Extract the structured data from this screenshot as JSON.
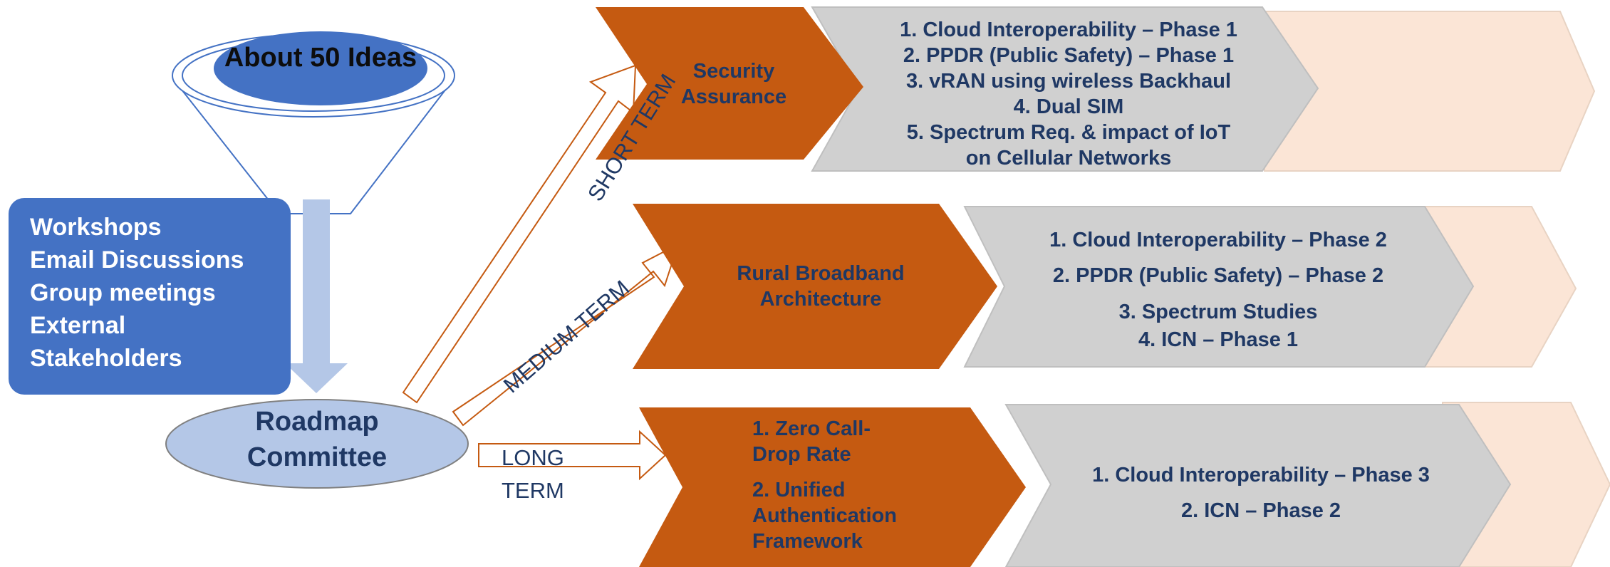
{
  "funnel": {
    "label": "About 50 Ideas"
  },
  "sources": [
    "Workshops",
    "Email Discussions",
    "Group meetings",
    "External",
    "Stakeholders"
  ],
  "committee": {
    "label": "Roadmap Committee"
  },
  "terms": {
    "short": "SHORT TERM",
    "medium": "MEDIUM TERM",
    "long": "LONG TERM"
  },
  "stages": {
    "short": {
      "title": "Security Assurance",
      "items": [
        "1. Cloud Interoperability – Phase 1",
        "2. PPDR (Public Safety) – Phase 1",
        "3. vRAN using wireless Backhaul",
        "4. Dual SIM",
        "5. Spectrum Req. & impact of IoT",
        "on Cellular Networks"
      ]
    },
    "medium": {
      "title": "Rural Broadband Architecture",
      "items": [
        "1. Cloud Interoperability – Phase 2",
        "2. PPDR (Public Safety) – Phase 2",
        "3. Spectrum Studies",
        "4. ICN – Phase 1"
      ]
    },
    "long": {
      "items_left": [
        "1. Zero Call-",
        "Drop Rate",
        "2. Unified",
        "Authentication",
        "Framework"
      ],
      "items": [
        "1. Cloud Interoperability – Phase 3",
        "2. ICN – Phase 2"
      ]
    }
  },
  "colors": {
    "orange": "#c55a11",
    "gray": "#d0d0d0",
    "peach": "#fbe5d6",
    "blue": "#4472c4",
    "light_blue": "#b4c7e7",
    "navy": "#1f3864"
  }
}
